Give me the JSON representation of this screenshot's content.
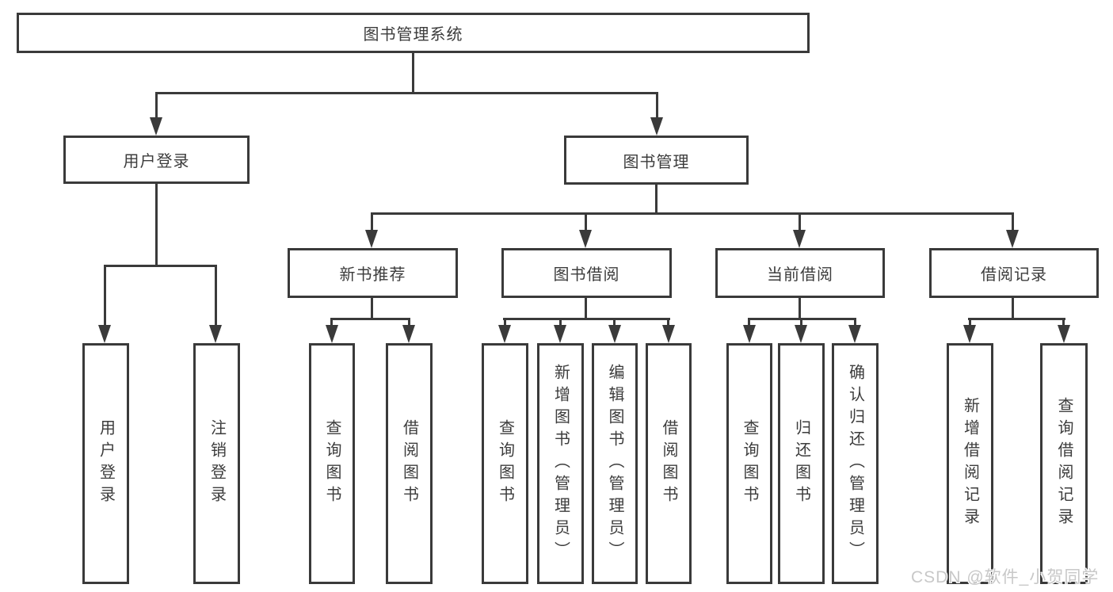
{
  "diagram": {
    "root": {
      "label": "图书管理系统"
    },
    "level2": [
      {
        "label": "用户登录",
        "parent": "图书管理系统"
      },
      {
        "label": "图书管理",
        "parent": "图书管理系统"
      }
    ],
    "level3": [
      {
        "label": "新书推荐",
        "parent": "图书管理"
      },
      {
        "label": "图书借阅",
        "parent": "图书管理"
      },
      {
        "label": "当前借阅",
        "parent": "图书管理"
      },
      {
        "label": "借阅记录",
        "parent": "图书管理"
      }
    ],
    "leaves": [
      {
        "label": "用户登录",
        "parent": "用户登录"
      },
      {
        "label": "注销登录",
        "parent": "用户登录"
      },
      {
        "label": "查询图书",
        "parent": "新书推荐"
      },
      {
        "label": "借阅图书",
        "parent": "新书推荐"
      },
      {
        "label": "查询图书",
        "parent": "图书借阅"
      },
      {
        "label": "新增图书（管理员）",
        "parent": "图书借阅"
      },
      {
        "label": "编辑图书（管理员）",
        "parent": "图书借阅"
      },
      {
        "label": "借阅图书",
        "parent": "图书借阅"
      },
      {
        "label": "查询图书",
        "parent": "当前借阅"
      },
      {
        "label": "归还图书",
        "parent": "当前借阅"
      },
      {
        "label": "确认归还（管理员）",
        "parent": "当前借阅"
      },
      {
        "label": "新增借阅记录",
        "parent": "借阅记录"
      },
      {
        "label": "查询借阅记录",
        "parent": "借阅记录"
      }
    ]
  },
  "watermark": {
    "text": "CSDN @软件_小贺同学"
  },
  "colors": {
    "line": "#3a3a3a",
    "text": "#3c3c3c",
    "background": "#ffffff",
    "watermark": "#c8c8c8"
  }
}
